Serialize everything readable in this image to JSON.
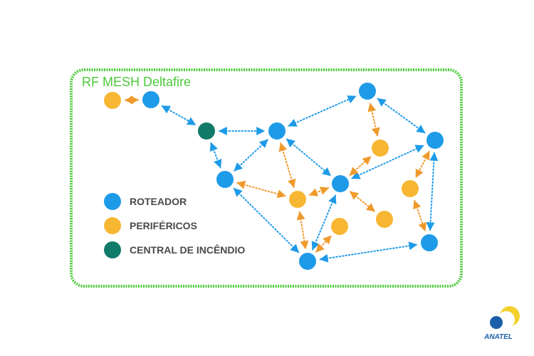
{
  "title": "RF MESH Deltafire",
  "colors": {
    "frame": "#4cc93a",
    "router": "#1e9be8",
    "peripheral": "#f7b733",
    "central": "#127a69",
    "router_link": "#1e9be8",
    "peripheral_link": "#ef9a2c",
    "logo_blue": "#1b5fa8",
    "logo_yellow": "#f2d12b"
  },
  "legend": [
    {
      "type": "router",
      "label": "ROTEADOR"
    },
    {
      "type": "peripheral",
      "label": "PERIFÉRICOS"
    },
    {
      "type": "central",
      "label": "CENTRAL DE INCÊNDIO"
    }
  ],
  "nodes": [
    {
      "id": "p1",
      "type": "peripheral"
    },
    {
      "id": "r1",
      "type": "router"
    },
    {
      "id": "c1",
      "type": "central"
    },
    {
      "id": "r2",
      "type": "router"
    },
    {
      "id": "r3",
      "type": "router"
    },
    {
      "id": "r4",
      "type": "router"
    },
    {
      "id": "r5",
      "type": "router"
    },
    {
      "id": "r6",
      "type": "router"
    },
    {
      "id": "r7",
      "type": "router"
    },
    {
      "id": "r8",
      "type": "router"
    },
    {
      "id": "p2",
      "type": "peripheral"
    },
    {
      "id": "p3",
      "type": "peripheral"
    },
    {
      "id": "p4",
      "type": "peripheral"
    },
    {
      "id": "p5",
      "type": "peripheral"
    },
    {
      "id": "p6",
      "type": "peripheral"
    }
  ],
  "links": [
    {
      "from": "p1",
      "to": "r1",
      "kind": "peripheral"
    },
    {
      "from": "r1",
      "to": "c1",
      "kind": "router"
    },
    {
      "from": "c1",
      "to": "r2",
      "kind": "router"
    },
    {
      "from": "c1",
      "to": "r4",
      "kind": "router"
    },
    {
      "from": "r2",
      "to": "r3",
      "kind": "router"
    },
    {
      "from": "r2",
      "to": "r4",
      "kind": "router"
    },
    {
      "from": "r2",
      "to": "r6",
      "kind": "router"
    },
    {
      "from": "r2",
      "to": "p2",
      "kind": "peripheral"
    },
    {
      "from": "r3",
      "to": "r5",
      "kind": "router"
    },
    {
      "from": "r3",
      "to": "p3",
      "kind": "peripheral"
    },
    {
      "from": "r4",
      "to": "p2",
      "kind": "peripheral"
    },
    {
      "from": "r4",
      "to": "r7",
      "kind": "router"
    },
    {
      "from": "p2",
      "to": "r6",
      "kind": "peripheral"
    },
    {
      "from": "p2",
      "to": "r7",
      "kind": "peripheral"
    },
    {
      "from": "r6",
      "to": "r5",
      "kind": "router"
    },
    {
      "from": "r6",
      "to": "p3",
      "kind": "peripheral"
    },
    {
      "from": "r6",
      "to": "r7",
      "kind": "router"
    },
    {
      "from": "r6",
      "to": "p5",
      "kind": "peripheral"
    },
    {
      "from": "r7",
      "to": "p4",
      "kind": "peripheral"
    },
    {
      "from": "r7",
      "to": "r8",
      "kind": "router"
    },
    {
      "from": "r5",
      "to": "p6",
      "kind": "peripheral"
    },
    {
      "from": "r5",
      "to": "r8",
      "kind": "router"
    },
    {
      "from": "p6",
      "to": "r8",
      "kind": "peripheral"
    }
  ],
  "logo": {
    "text": "ANATEL"
  }
}
